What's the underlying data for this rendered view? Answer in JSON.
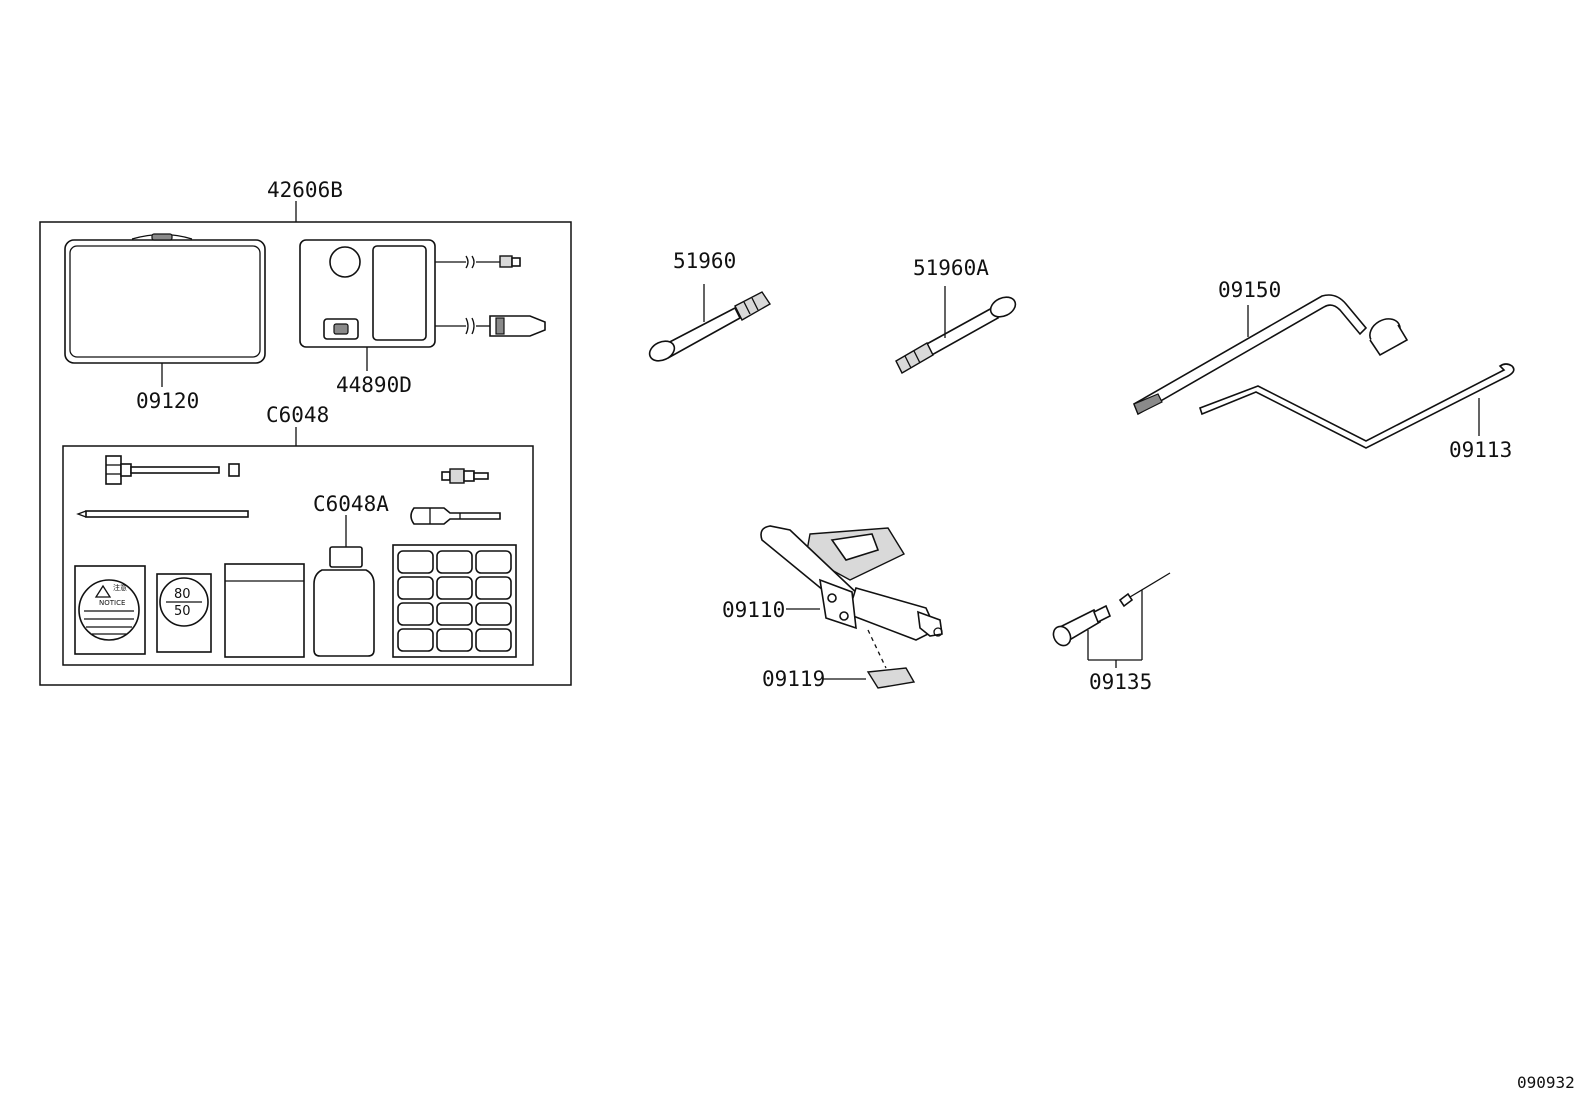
{
  "diagram": {
    "part_labels": {
      "p42606B": "42606B",
      "p09120": "09120",
      "p44890D": "44890D",
      "pC6048": "C6048",
      "pC6048A": "C6048A",
      "p51960": "51960",
      "p51960A": "51960A",
      "p09150": "09150",
      "p09113": "09113",
      "p09110": "09110",
      "p09119": "09119",
      "p09135": "09135"
    },
    "sticker_text": {
      "warn_top": "注意",
      "warn_bottom": "NOTICE",
      "speed_top": "80",
      "speed_bottom": "50"
    },
    "reference_code": "090932"
  }
}
